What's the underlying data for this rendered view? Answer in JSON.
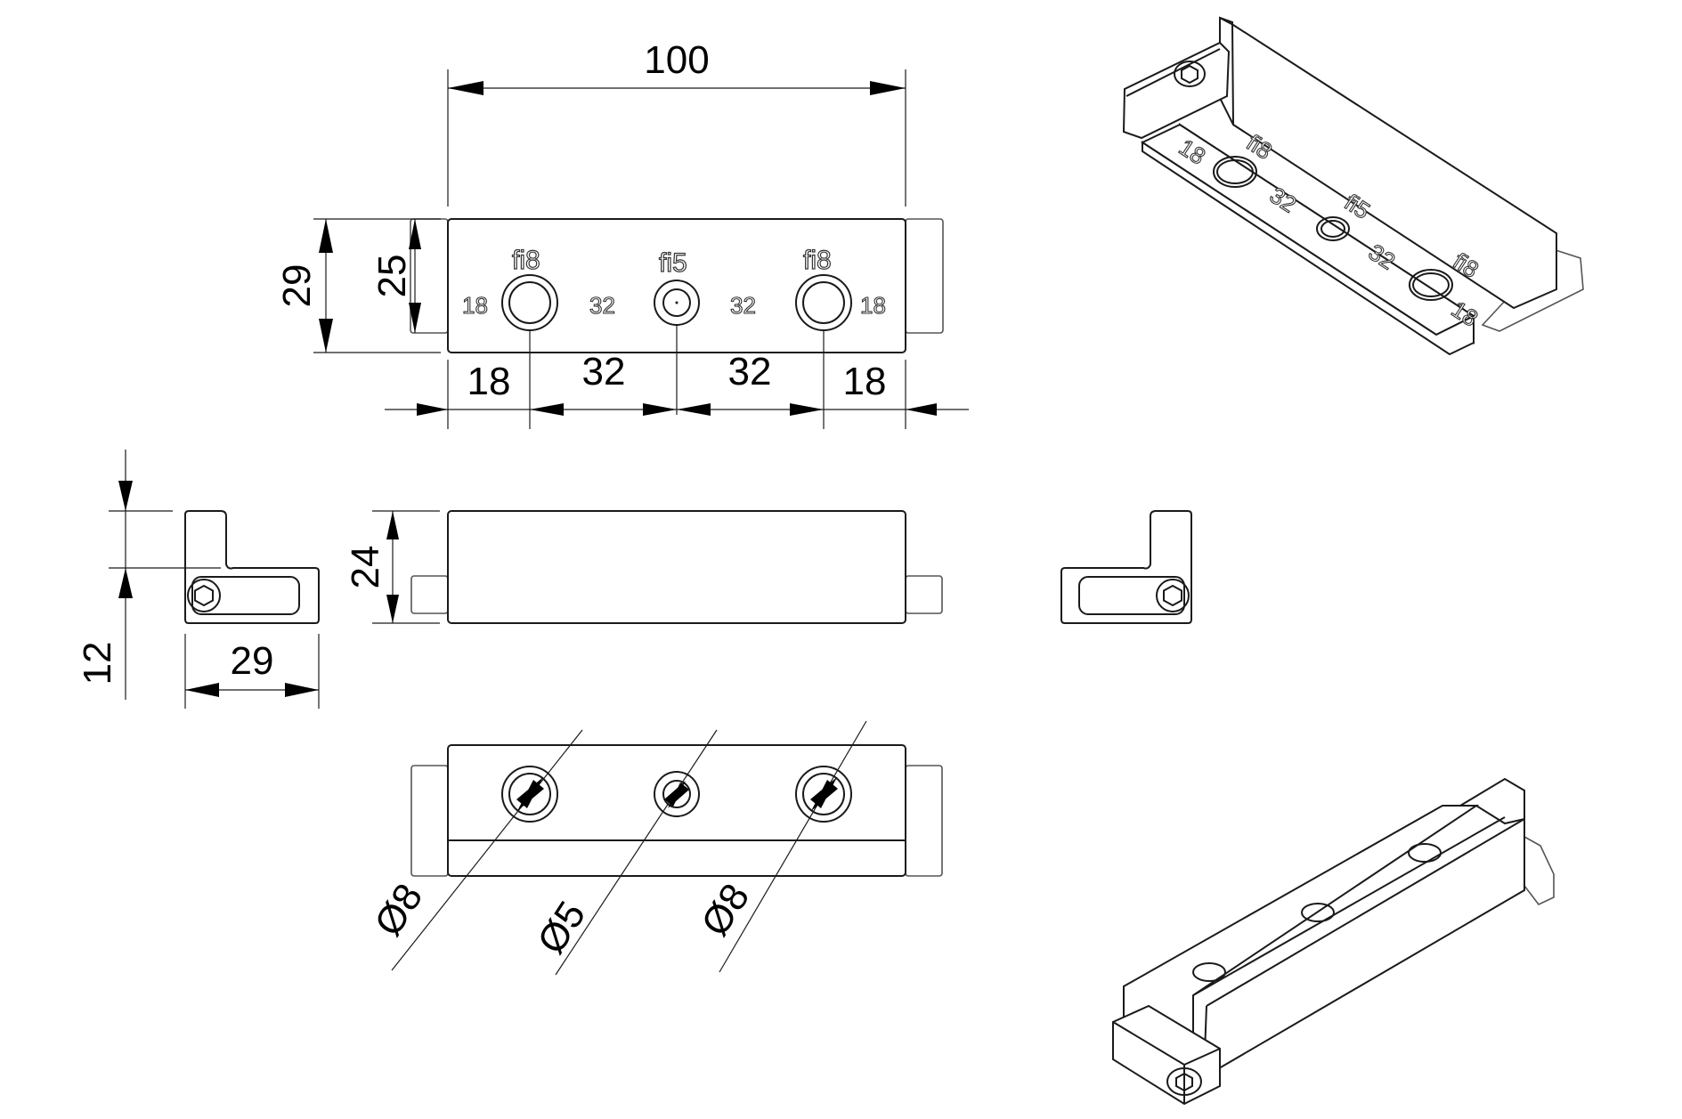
{
  "top_view": {
    "dim_length": "100",
    "dim_height_total": "29",
    "dim_height_body": "25",
    "dim_edge_left": "18",
    "dim_pitch_1": "32",
    "dim_pitch_2": "32",
    "dim_edge_right": "18",
    "hole_label_left": "fi8",
    "hole_label_mid": "fi5",
    "hole_label_right": "fi8",
    "engraved_18_left": "18",
    "engraved_32_left": "32",
    "engraved_32_right": "32",
    "engraved_18_right": "18"
  },
  "side_view": {
    "dim_upper": "12",
    "dim_width": "29"
  },
  "front_view": {
    "dim_height": "24"
  },
  "bottom_view": {
    "dim_dia_left": "Ø8",
    "dim_dia_mid": "Ø5",
    "dim_dia_right": "Ø8"
  },
  "iso_view_top": {
    "engraved_18_a": "18",
    "engraved_fi8_a": "fi8",
    "engraved_32_a": "32",
    "engraved_fi5": "fi5",
    "engraved_32_b": "32",
    "engraved_fi8_b": "fi8",
    "engraved_18_b": "18"
  }
}
